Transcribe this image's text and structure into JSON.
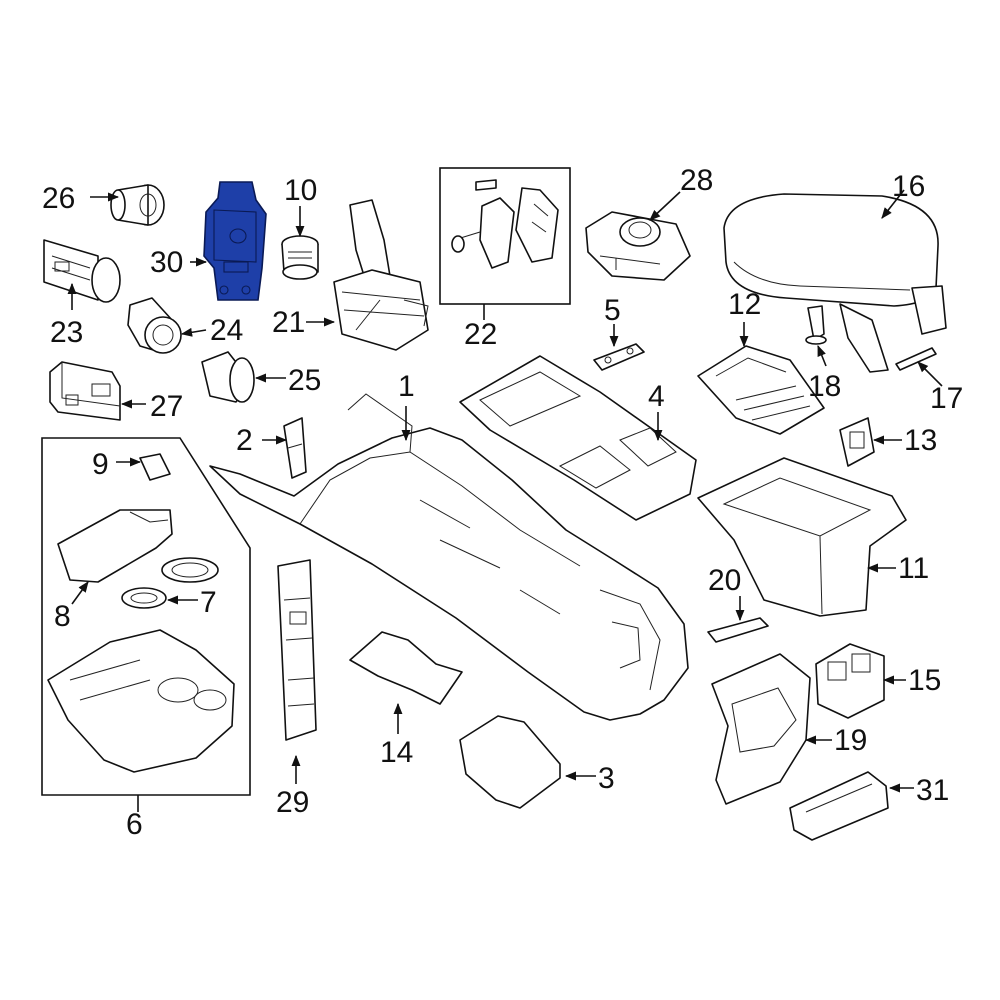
{
  "diagram": {
    "highlight_color": "#1e3fa8",
    "line_color": "#111111",
    "background": "#ffffff",
    "highlighted_part": "30",
    "callouts": [
      {
        "id": "c1",
        "label": "1"
      },
      {
        "id": "c2",
        "label": "2"
      },
      {
        "id": "c3",
        "label": "3"
      },
      {
        "id": "c4",
        "label": "4"
      },
      {
        "id": "c5",
        "label": "5"
      },
      {
        "id": "c6",
        "label": "6"
      },
      {
        "id": "c7",
        "label": "7"
      },
      {
        "id": "c8",
        "label": "8"
      },
      {
        "id": "c9",
        "label": "9"
      },
      {
        "id": "c10",
        "label": "10"
      },
      {
        "id": "c11",
        "label": "11"
      },
      {
        "id": "c12",
        "label": "12"
      },
      {
        "id": "c13",
        "label": "13"
      },
      {
        "id": "c14",
        "label": "14"
      },
      {
        "id": "c15",
        "label": "15"
      },
      {
        "id": "c16",
        "label": "16"
      },
      {
        "id": "c17",
        "label": "17"
      },
      {
        "id": "c18",
        "label": "18"
      },
      {
        "id": "c19",
        "label": "19"
      },
      {
        "id": "c20",
        "label": "20"
      },
      {
        "id": "c21",
        "label": "21"
      },
      {
        "id": "c22",
        "label": "22"
      },
      {
        "id": "c23",
        "label": "23"
      },
      {
        "id": "c24",
        "label": "24"
      },
      {
        "id": "c25",
        "label": "25"
      },
      {
        "id": "c26",
        "label": "26"
      },
      {
        "id": "c27",
        "label": "27"
      },
      {
        "id": "c28",
        "label": "28"
      },
      {
        "id": "c29",
        "label": "29"
      },
      {
        "id": "c30",
        "label": "30"
      },
      {
        "id": "c31",
        "label": "31"
      }
    ]
  }
}
